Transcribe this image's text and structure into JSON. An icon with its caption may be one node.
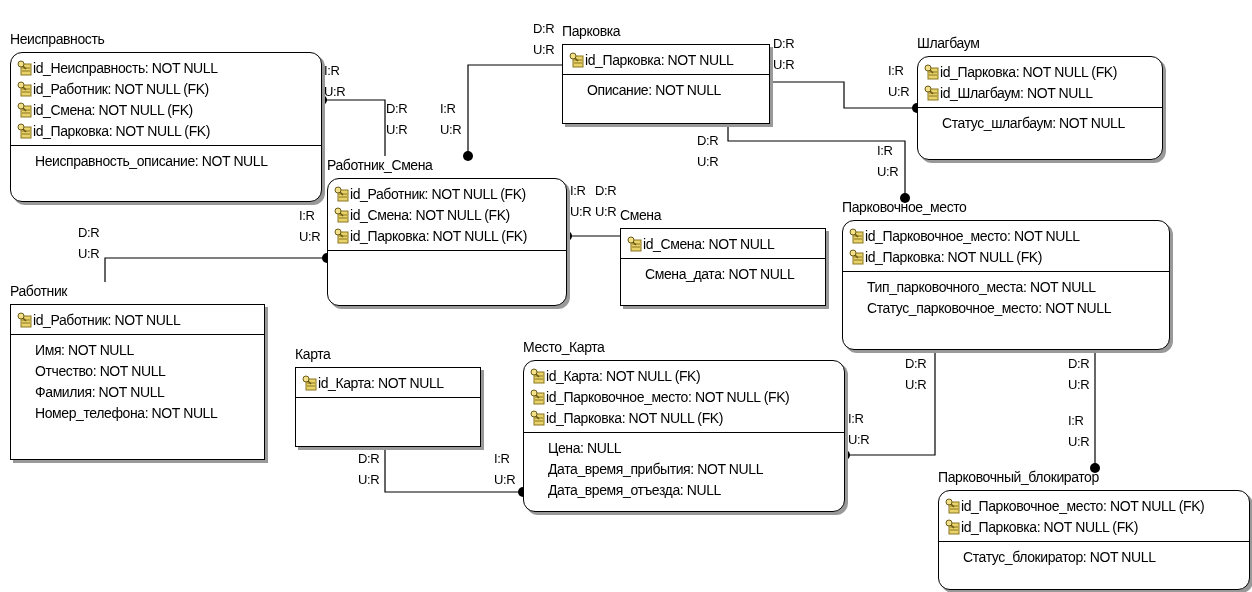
{
  "diagram": {
    "nodes": [
      {
        "text": [
          "Неисправность",
          "id_Неисправность: NOT NULL",
          "id_Работник: NOT NULL (FK)",
          "id_Смена: NOT NULL (FK)",
          "id_Парковка: NOT NULL (FK)",
          "Неисправность_описание: NOT NULL"
        ]
      },
      {
        "text": [
          "Парковка",
          "id_Парковка: NOT NULL",
          "Описание: NOT NULL"
        ]
      },
      {
        "text": [
          "Шлагбаум",
          "id_Парковка: NOT NULL (FK)",
          "id_Шлагбаум: NOT NULL",
          "Статус_шлагбаум: NOT NULL"
        ]
      },
      {
        "text": [
          "Работник_Смена",
          "id_Работник: NOT NULL (FK)",
          "id_Смена: NOT NULL (FK)",
          "id_Парковка: NOT NULL (FK)"
        ]
      },
      {
        "text": [
          "Смена",
          "id_Смена: NOT NULL",
          "Смена_дата: NOT NULL"
        ]
      },
      {
        "text": [
          "Парковочное_место",
          "id_Парковочное_место: NOT NULL",
          "id_Парковка: NOT NULL (FK)",
          "Тип_парковочного_места: NOT NULL",
          "Статус_парковочное_место: NOT NULL"
        ]
      },
      {
        "text": [
          "Работник",
          "id_Работник: NOT NULL",
          "Имя: NOT NULL",
          "Отчество: NOT NULL",
          "Фамилия: NOT NULL",
          "Номер_телефона: NOT NULL"
        ]
      },
      {
        "text": [
          "Карта",
          "id_Карта: NOT NULL"
        ]
      },
      {
        "text": [
          "Место_Карта",
          "id_Карта: NOT NULL (FK)",
          "id_Парковочное_место: NOT NULL (FK)",
          "id_Парковка: NOT NULL (FK)",
          "Цена: NULL",
          "Дата_время_прибытия: NOT NULL",
          "Дата_время_отъезда: NULL"
        ]
      },
      {
        "text": [
          "Парковочный_блокиратор",
          "id_Парковочное_место: NOT NULL (FK)",
          "id_Парковка: NOT NULL (FK)",
          "Статус_блокиратор: NOT NULL"
        ]
      }
    ],
    "edges": [
      {
        "from": 3,
        "to": 0,
        "arrow": "other"
      },
      {
        "from": 1,
        "to": 3,
        "arrow": "other"
      },
      {
        "from": 1,
        "to": 2,
        "arrow": "other"
      },
      {
        "from": 1,
        "to": 5,
        "arrow": "other"
      },
      {
        "from": 4,
        "to": 3,
        "arrow": "other"
      },
      {
        "from": 6,
        "to": 3,
        "arrow": "other"
      },
      {
        "from": 7,
        "to": 8,
        "arrow": "other"
      },
      {
        "from": 5,
        "to": 8,
        "arrow": "other"
      },
      {
        "from": 5,
        "to": 9,
        "arrow": "other"
      }
    ],
    "labels": [
      "D:R U:R",
      "D:R U:R",
      "I:R U:R",
      "I:R U:R",
      "D:R U:R",
      "I:R U:R",
      "D:R U:R",
      "I:R U:R",
      "I:R U:R",
      "D:R U:R",
      "I:R U:R",
      "D:R U:R",
      "D:R U:R",
      "D:R U:R",
      "I:R U:R",
      "I:R U:R",
      "I:R U:R",
      "D:R U:R"
    ]
  }
}
